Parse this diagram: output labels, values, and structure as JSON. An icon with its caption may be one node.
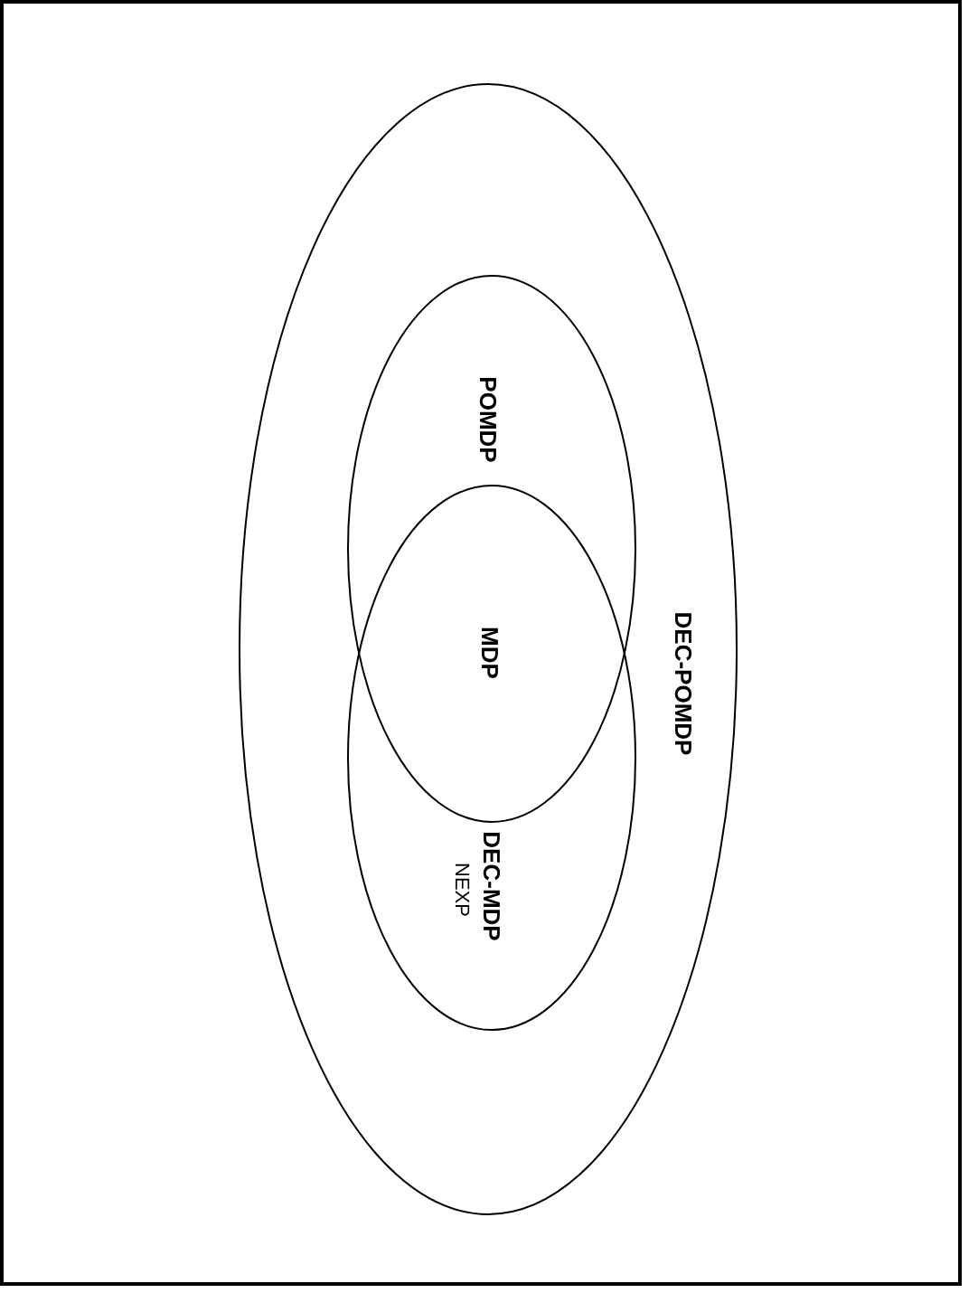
{
  "diagram": {
    "nodes": [
      {
        "text": [
          "DEC-POMDP"
        ]
      },
      {
        "text": [
          "POMDP"
        ],
        "in": 0
      },
      {
        "text": [
          "DEC-MDP",
          "NEXP"
        ],
        "in": 0
      }
    ],
    "edges": [],
    "labels": [
      "MDP"
    ]
  }
}
